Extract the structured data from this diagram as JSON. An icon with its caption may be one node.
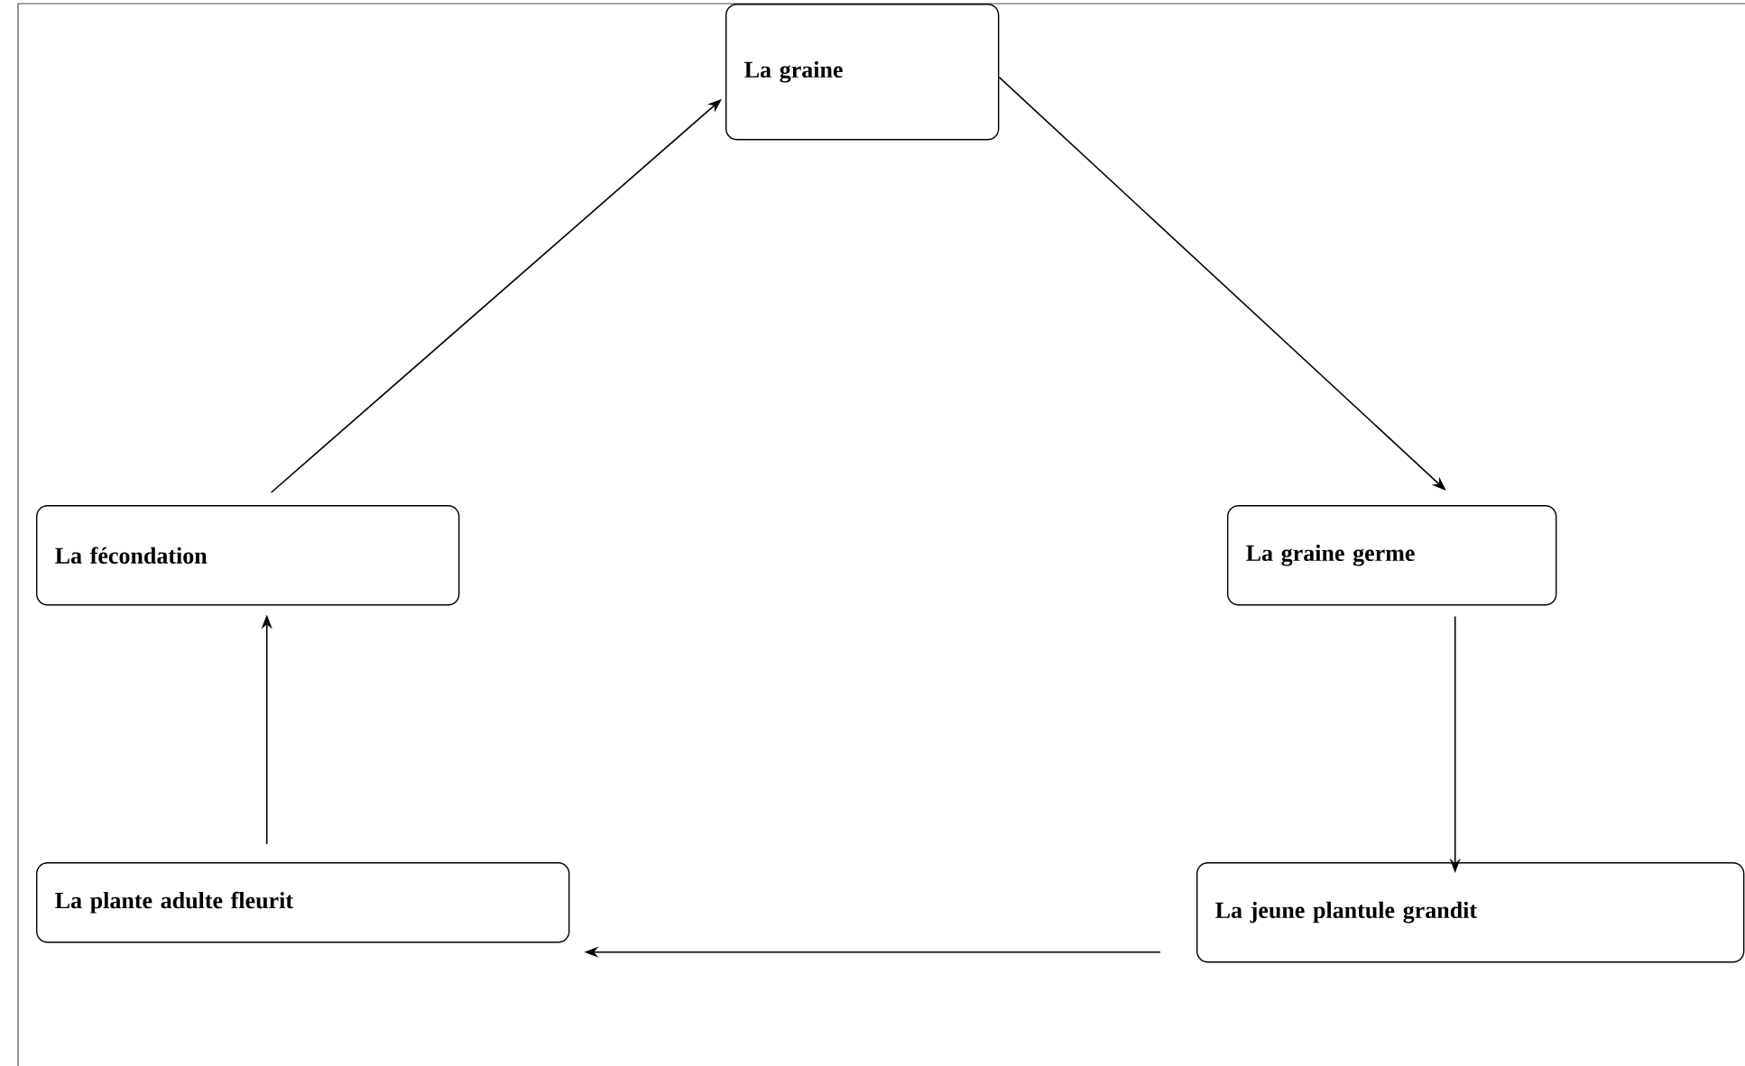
{
  "diagram": {
    "nodes": [
      {
        "text": [
          "La graine"
        ]
      },
      {
        "text": [
          "La graine germe"
        ]
      },
      {
        "text": [
          "La jeune plantule grandit"
        ]
      },
      {
        "text": [
          "La plante adulte fleurit"
        ]
      },
      {
        "text": [
          "La fécondation"
        ]
      }
    ],
    "edges": [
      {
        "from": 0,
        "to": 1,
        "arrow": "to"
      },
      {
        "from": 1,
        "to": 2,
        "arrow": "to"
      },
      {
        "from": 2,
        "to": 3,
        "arrow": "to"
      },
      {
        "from": 3,
        "to": 4,
        "arrow": "to"
      },
      {
        "from": 4,
        "to": 0,
        "arrow": "to"
      }
    ]
  }
}
